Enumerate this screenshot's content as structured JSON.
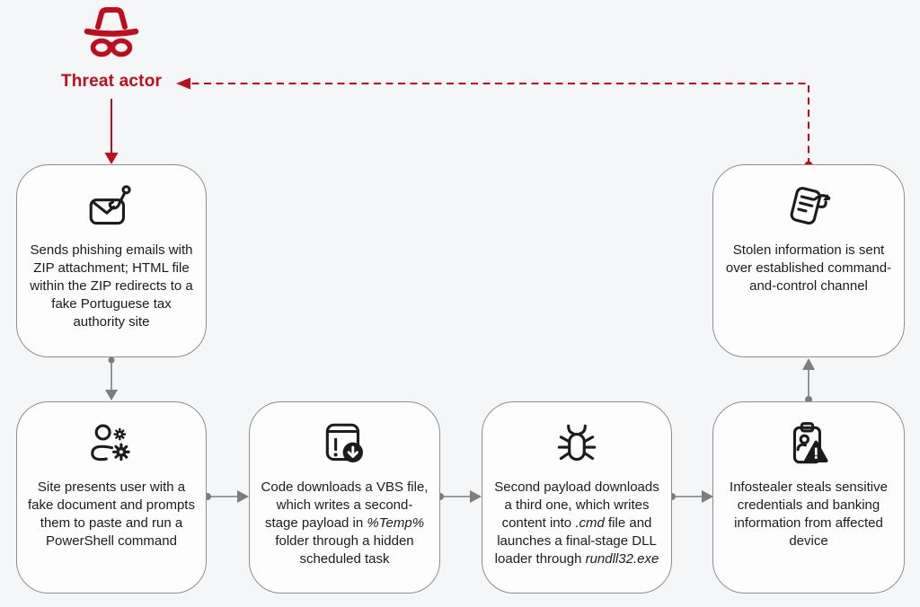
{
  "colors": {
    "accent_red": "#C00D1D",
    "connector_gray": "#7d7d7d",
    "box_border": "#8e8e8e",
    "box_fill": "#fdfdfe",
    "background": "#f5f6f8",
    "icon_black": "#1c1c1c"
  },
  "threat_actor": {
    "label": "Threat actor",
    "icon": "incognito-spy-icon"
  },
  "nodes": [
    {
      "id": "phishing-email",
      "icon": "phishing-email-hook-icon",
      "segments": [
        {
          "t": "Sends phishing emails with ZIP attachment; HTML file within the ZIP redirects to a fake Portuguese tax authority site",
          "i": false
        }
      ]
    },
    {
      "id": "stolen-info-sent",
      "icon": "document-exfiltration-icon",
      "segments": [
        {
          "t": "Stolen information is sent over established command-and-control channel",
          "i": false
        }
      ]
    },
    {
      "id": "fake-document-powershell",
      "icon": "user-gears-icon",
      "segments": [
        {
          "t": "Site presents user with a fake document and prompts them to paste and run a PowerShell command",
          "i": false
        }
      ]
    },
    {
      "id": "vbs-download",
      "icon": "app-warning-download-icon",
      "segments": [
        {
          "t": "Code downloads a VBS file, which writes a second-stage payload in ",
          "i": false
        },
        {
          "t": "%Temp%",
          "i": true
        },
        {
          "t": " folder through a hidden scheduled task",
          "i": false
        }
      ]
    },
    {
      "id": "second-payload",
      "icon": "bug-icon",
      "segments": [
        {
          "t": "Second payload downloads a third one, which writes content into ",
          "i": false
        },
        {
          "t": ".cmd",
          "i": true
        },
        {
          "t": " file and launches a final-stage DLL loader through ",
          "i": false
        },
        {
          "t": "rundll32.exe",
          "i": true
        }
      ]
    },
    {
      "id": "infostealer",
      "icon": "clipboard-person-warning-icon",
      "segments": [
        {
          "t": "Infostealer steals sensitive credentials and banking information from affected device",
          "i": false
        }
      ]
    }
  ],
  "edges": [
    {
      "from": "threat-actor",
      "to": "phishing-email",
      "style": "solid-red-arrow"
    },
    {
      "from": "phishing-email",
      "to": "fake-document-powershell",
      "style": "solid-gray-arrow"
    },
    {
      "from": "fake-document-powershell",
      "to": "vbs-download",
      "style": "solid-gray-arrow"
    },
    {
      "from": "vbs-download",
      "to": "second-payload",
      "style": "solid-gray-arrow"
    },
    {
      "from": "second-payload",
      "to": "infostealer",
      "style": "solid-gray-arrow"
    },
    {
      "from": "infostealer",
      "to": "stolen-info-sent",
      "style": "solid-gray-arrow"
    },
    {
      "from": "stolen-info-sent",
      "to": "threat-actor",
      "style": "dashed-red-arrow"
    }
  ]
}
